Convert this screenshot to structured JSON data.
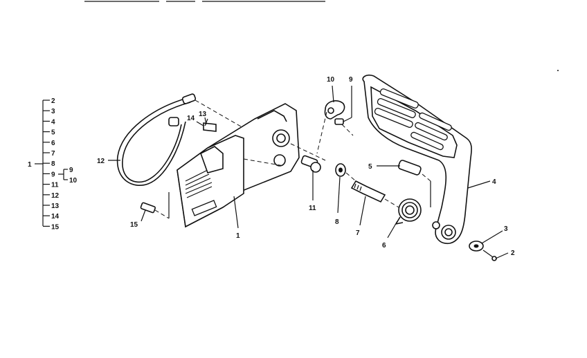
{
  "tree": {
    "root": "1",
    "items": [
      "2",
      "3",
      "4",
      "5",
      "6",
      "7",
      "8",
      "9",
      "11",
      "12",
      "13",
      "14",
      "15"
    ],
    "sub": [
      "9",
      "10"
    ]
  },
  "callouts": {
    "p1": "1",
    "p2": "2",
    "p3": "3",
    "p4": "4",
    "p5": "5",
    "p6": "6",
    "p7": "7",
    "p8": "8",
    "p9": "9",
    "p10": "10",
    "p11": "11",
    "p12": "12",
    "p13": "13",
    "p14": "14",
    "p15": "15"
  }
}
